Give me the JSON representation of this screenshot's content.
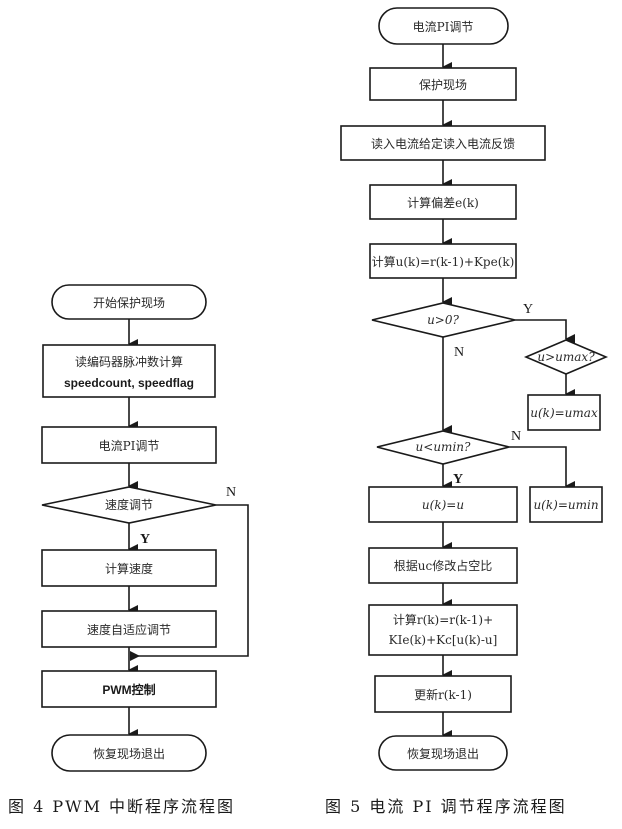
{
  "figure4": {
    "caption": "图 4   PWM 中断程序流程图",
    "start": "开始保护现场",
    "read_encoder_line1": "读编码器脉冲数计算",
    "read_encoder_line2": "speedcount, speedflag",
    "current_pi": "电流PI调节",
    "decision_speed": "速度调节",
    "yes": "Y",
    "no": "N",
    "calc_speed": "计算速度",
    "speed_adaptive": "速度自适应调节",
    "pwm_control": "PWM控制",
    "end": "恢复现场退出"
  },
  "figure5": {
    "caption": "图 5   电流 PI 调节程序流程图",
    "start": "电流PI调节",
    "save_context": "保护现场",
    "read_inputs": "读入电流给定读入电流反馈",
    "calc_error": "计算偏差e(k)",
    "calc_u": "计算u(k)=r(k-1)+Kpe(k)",
    "decision_u_gt_0": "u>0?",
    "yes_1": "Y",
    "no_1": "N",
    "decision_u_gt_umax": "u>umax?",
    "set_umax": "u(k)=umax",
    "decision_u_lt_umin": "u<umin?",
    "no_2": "N",
    "yes_2": "Y",
    "set_u": "u(k)=u",
    "set_umin": "u(k)=umin",
    "modify_duty": "根据uc修改占空比",
    "calc_r_line1": "计算r(k)=r(k-1)+",
    "calc_r_line2": "KIe(k)+Kc[u(k)-u]",
    "update_r": "更新r(k-1)",
    "end": "恢复现场退出"
  }
}
